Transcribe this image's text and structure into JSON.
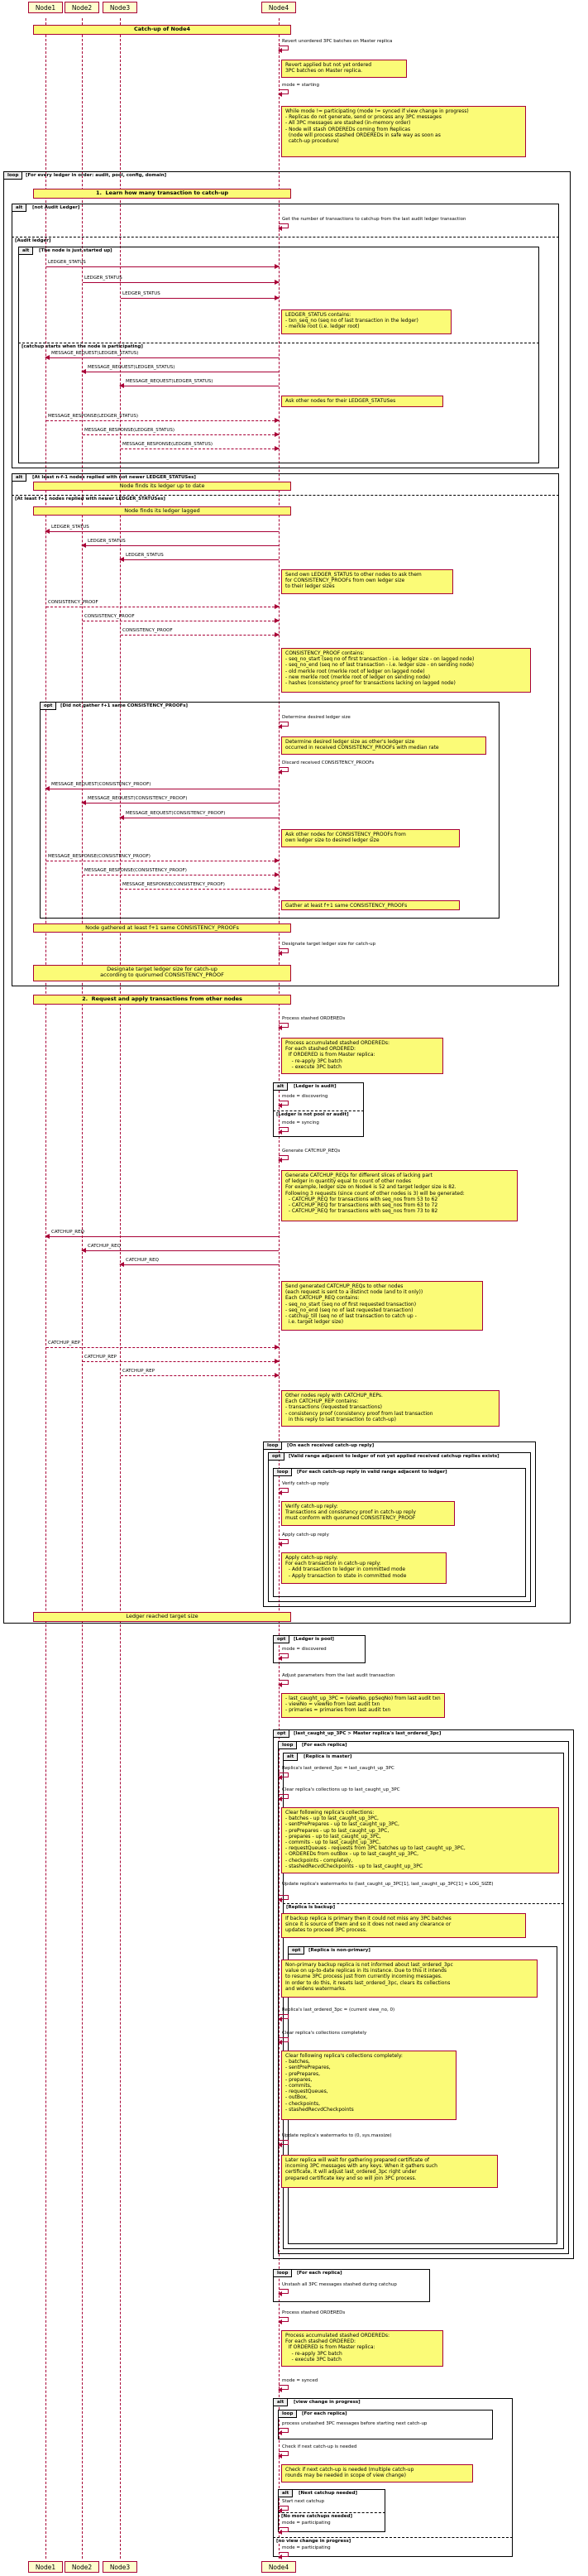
{
  "participants": [
    "Node1",
    "Node2",
    "Node3",
    "Node4"
  ],
  "title_note": "Catch-up of Node4",
  "intro": {
    "step1": "Revert unordered 3PC batches on Master replica",
    "note1": "Revert applied but not yet ordered\n3PC batches on Master replica.",
    "mode_starting": "mode = starting",
    "note2": "While mode != participating (mode != synced if view change in progress)\n- Replicas do not generate, send or process any 3PC messages\n- All 3PC messages are stashed (in-memory order)\n- Node will stash ORDEREDs coming from Replicas\n  (node will process stashed ORDEREDs in safe way as soon as\n  catch-up procedure)"
  },
  "loop_ledgers": {
    "tab": "loop",
    "guard": "[For every ledger in order: audit, pool, config, domain]",
    "section1": "1.  Learn how many transaction to catch-up",
    "alt_audit": {
      "tab": "alt",
      "guard": "[not Audit Ledger]",
      "step": "Get the number of transactions to catchup from the last audit ledger transaction",
      "else": "[Audit ledger]"
    },
    "alt_started": {
      "tab": "alt",
      "guard": "[The node is just started up]",
      "msgs": [
        "LEDGER_STATUS",
        "LEDGER_STATUS",
        "LEDGER_STATUS"
      ],
      "note": "LEDGER_STATUS contains:\n- txn_seq_no (seq no of last transaction in the ledger)\n- merkle root (i.e. ledger root)",
      "else": "[catchup starts when the node is participating]",
      "reqs": [
        "MESSAGE_REQUEST(LEDGER_STATUS)",
        "MESSAGE_REQUEST(LEDGER_STATUS)",
        "MESSAGE_REQUEST(LEDGER_STATUS)"
      ],
      "note2": "Ask other nodes for their LEDGER_STATUSes",
      "resps": [
        "MESSAGE_RESPONSE(LEDGER_STATUS)",
        "MESSAGE_RESPONSE(LEDGER_STATUS)",
        "MESSAGE_RESPONSE(LEDGER_STATUS)"
      ]
    },
    "alt_quorum": {
      "tab": "alt",
      "guard": "[At least n-f-1 nodes replied with not newer LEDGER_STATUSes]",
      "note": "Node finds its ledger up to date",
      "else": "[At least f+1 nodes replied with newer LEDGER_STATUSes]",
      "note_lagged": "Node finds its ledger lagged",
      "msgs": [
        "LEDGER_STATUS",
        "LEDGER_STATUS",
        "LEDGER_STATUS"
      ],
      "note2": "Send own LEDGER_STATUS to other nodes to ask them\nfor CONSISTENCY_PROOFs from own ledger size\nto their ledger sizes",
      "proofs": [
        "CONSISTENCY_PROOF",
        "CONSISTENCY_PROOF",
        "CONSISTENCY_PROOF"
      ],
      "note3": "CONSISTENCY_PROOF contains:\n- seq_no_start (seq no of first transaction - i.e. ledger size - on lagged node)\n- seq_no_end (seq no of last transaction - i.e. ledger size - on sending node)\n- old merkle root (merkle root of ledger on lagged node)\n- new merkle root (merkle root of ledger on sending node)\n- hashes (consistency proof for transactions lacking on lagged node)"
    },
    "opt_gather": {
      "tab": "opt",
      "guard": "[Did not gather f+1 same CONSISTENCY_PROOFs]",
      "step1": "Determine desired ledger size",
      "note1": "Determine desired ledger size as other's ledger size\noccurred in received CONSISTENCY_PROOFs with median rate",
      "step2": "Discard received CONSISTENCY_PROOFs",
      "reqs": [
        "MESSAGE_REQUEST(CONSISTENCY_PROOF)",
        "MESSAGE_REQUEST(CONSISTENCY_PROOF)",
        "MESSAGE_REQUEST(CONSISTENCY_PROOF)"
      ],
      "note2": "Ask other nodes for CONSISTENCY_PROOFs from\nown ledger size to desired ledger size",
      "resps": [
        "MESSAGE_RESPONSE(CONSISTENCY_PROOF)",
        "MESSAGE_RESPONSE(CONSISTENCY_PROOF)",
        "MESSAGE_RESPONSE(CONSISTENCY_PROOF)"
      ],
      "note3": "Gather at least f+1 same CONSISTENCY_PROOFs"
    },
    "gathered": "Node gathered at least f+1 same CONSISTENCY_PROOFs",
    "designate": "Designate target ledger size for catch-up",
    "note_target": "Designate target ledger size for catch-up\naccording to quorumed CONSISTENCY_PROOF",
    "section2": "2.  Request and apply transactions from other nodes",
    "stashed": "Process stashed ORDEREDs",
    "note_stashed": "Process accumulated stashed ORDEREDs:\nFor each stashed ORDERED:\n  If ORDERED is from Master replica:\n    - re-apply 3PC batch\n    - execute 3PC batch",
    "alt_audit2": {
      "tab": "alt",
      "guard": "[Ledger is audit]",
      "m1": "mode = discovering",
      "else": "[Ledger is not pool or audit]",
      "m2": "mode = syncing"
    },
    "gen_req": "Generate CATCHUP_REQs",
    "note_req": "Generate CATCHUP_REQs for different slices of lacking part\nof ledger in quantity equal to count of other nodes\nFor example, ledger size on Node4 is 52 and target ledger size is 82.\nFollowing 3 requests (since count of other nodes is 3) will be generated:\n  - CATCHUP_REQ for transactions with seq_nos from 53 to 62\n  - CATCHUP_REQ for transactions with seq_nos from 63 to 72\n  - CATCHUP_REQ for transactions with seq_nos from 73 to 82",
    "reqs": [
      "CATCHUP_REQ",
      "CATCHUP_REQ",
      "CATCHUP_REQ"
    ],
    "note_send": "Send generated CATCHUP_REQs to other nodes\n(each request is sent to a distinct node (and to it only))\nEach CATCHUP_REQ contains:\n- seq_no_start (seq no of first requested transaction)\n- seq_no_end (seq no of last requested transaction)\n- catchup_till (seq no of last transaction to catch up -\n  i.e. target ledger size)",
    "reps": [
      "CATCHUP_REP",
      "CATCHUP_REP",
      "CATCHUP_REP"
    ],
    "note_rep": "Other nodes reply with CATCHUP_REPs.\nEach CATCHUP_REP contains:\n- transactions (requested transactions)\n- consistency proof (consistency proof from last transaction\n  in this reply to last transaction to catch-up)",
    "loop_recv": {
      "tab": "loop",
      "guard": "[On each received catch-up reply]",
      "opt_tab": "opt",
      "opt_guard": "[Valid range adjacent to ledger of not yet applied received catchup replies exists]",
      "loop2_tab": "loop",
      "loop2_guard": "[For each catch-up reply in valid range adjacent to ledger]",
      "verify": "Verify catch-up reply",
      "note_verify": "Verify catch-up reply:\nTransactions and consistency proof in catch-up reply\nmust conform with quorumed CONSISTENCY_PROOF",
      "apply": "Apply catch-up reply",
      "note_apply": "Apply catch-up reply:\nFor each transaction in catch-up reply:\n  - Add transaction to ledger in committed mode\n  - Apply transaction to state in committed mode"
    },
    "reached": "Ledger reached target size"
  },
  "opt_pool": {
    "tab": "opt",
    "guard": "[Ledger is pool]",
    "mode": "mode = discovered"
  },
  "adjust": "Adjust parameters from the last audit transaction",
  "note_adjust": "- last_caught_up_3PC = (viewNo, ppSeqNo) from last audit txn\n- viewNo = viewNo from last audit txn\n- primaries = primaries from last audit txn",
  "opt_master": {
    "tab": "opt",
    "guard": "[last_caught_up_3PC > Master replica's last_ordered_3pc]",
    "loop_tab": "loop",
    "loop_guard": "[For each replica]",
    "alt_tab": "alt",
    "alt_guard": "[Replica is master]",
    "step1": "Replica's last_ordered_3pc = last_caught_up_3PC",
    "step2": "Clear replica's collections up to last_caught_up_3PC",
    "note_clear": "Clear following replica's collections:\n- batches - up to last_caught_up_3PC,\n- sentPrePrepares - up to last_caught_up_3PC,\n- prePrepares - up to last_caught_up_3PC,\n- prepares - up to last_caught_up_3PC,\n- commits - up to last_caught_up_3PC,\n- requestQueues - requests from 3PC batches up to last_caught_up_3PC,\n- ORDEREDs from outBox - up to last_caught_up_3PC,\n- checkpoints - completely,\n- stashedRecvdCheckpoints - up to last_caught_up_3PC",
    "step3": "Update replica's watermarks to\n(last_caught_up_3PC[1], last_caught_up_3PC[1] + LOG_SIZE)",
    "else": "[Replica is backup]",
    "note_backup": "If backup replica is primary then it could not miss any 3PC batches\nsince it is source of them and so it does not need any clearance or\nupdates to proceed 3PC process.",
    "opt2_tab": "opt",
    "opt2_guard": "[Replica is non-primary]",
    "note_nonprim": "Non-primary backup replica is not informed about last_ordered_3pc\nvalue on up-to-date replicas in its instance. Due to this it intends\nto resume 3PC process just from currently incoming messages.\nIn order to do this, it resets last_ordered_3pc, clears its collections\nand widens watermarks.",
    "step4": "Replica's last_ordered_3pc = (current view_no, 0)",
    "step5": "Clear replica's collections completely",
    "note_clear2": "Clear following replica's collections completely:\n- batches,\n- sentPrePrepares,\n- prePrepares,\n- prepares,\n- commits,\n- requestQueues,\n- outBox,\n- checkpoints,\n- stashedRecvdCheckpoints",
    "step6": "Update replica's watermarks to (0, sys.maxsize)",
    "note_later": "Later replica will wait for gathering prepared certificate of\nincoming 3PC messages with any keys. When it gathers such\ncertificate, it will adjust last_ordered_3pc right under\nprepared certificate key and so will join 3PC process."
  },
  "loop_unstash": {
    "tab": "loop",
    "guard": "[For each replica]",
    "step": "Unstash all 3PC messages stashed during catchup"
  },
  "tail": {
    "stashed": "Process stashed ORDEREDs",
    "note_stashed": "Process accumulated stashed ORDEREDs:\nFor each stashed ORDERED:\n  If ORDERED is from Master replica:\n    - re-apply 3PC batch\n    - execute 3PC batch",
    "mode_synced": "mode = synced",
    "alt_tab": "alt",
    "alt_guard": "[view change in progress]",
    "loop_tab": "loop",
    "loop_guard": "[For each replica]",
    "step1": "process unstashed 3PC messages before starting next catch-up",
    "step2": "Check if next catch-up is needed",
    "note_next": "Check if next catch-up is needed (multiple catch-up\nrounds may be needed in scope of view change)",
    "alt2_tab": "alt",
    "alt2_guard": "[Next catchup needed]",
    "start_next": "Start next catchup",
    "else2": "[No more catchups needed]",
    "mode_part1": "mode = participating",
    "else": "[no view change in progress]",
    "mode_part2": "mode = participating"
  }
}
